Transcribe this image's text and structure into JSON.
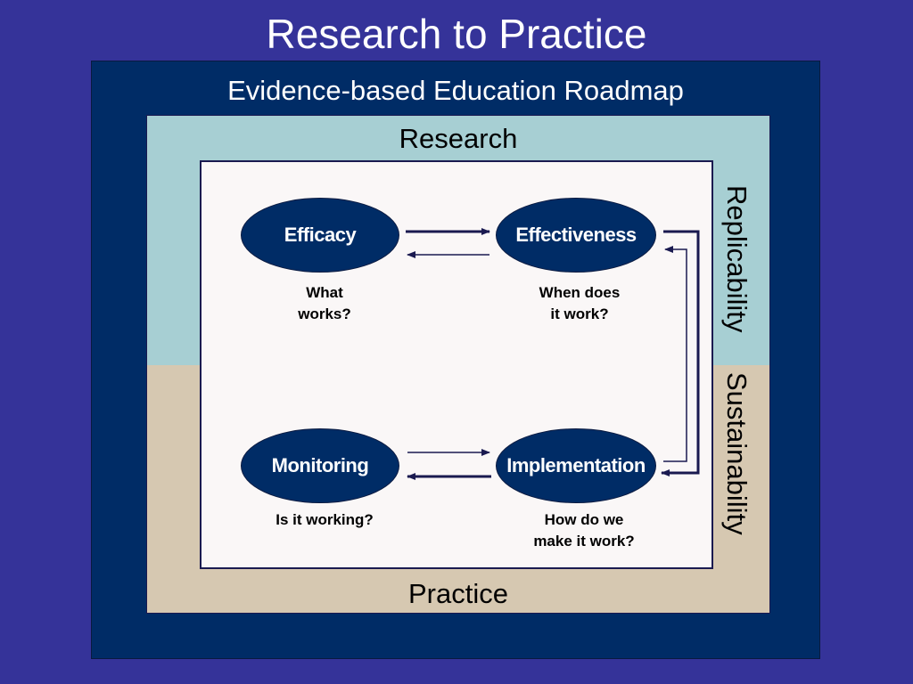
{
  "title": "Research to Practice",
  "subtitle": "Evidence-based Education Roadmap",
  "bands": {
    "research": "Research",
    "practice": "Practice",
    "replicability": "Replicability",
    "sustainability": "Sustainability"
  },
  "nodes": {
    "efficacy": {
      "label": "Efficacy",
      "question_line1": "What",
      "question_line2": "works?"
    },
    "effectiveness": {
      "label": "Effectiveness",
      "question_line1": "When does",
      "question_line2": "it work?"
    },
    "monitoring": {
      "label": "Monitoring",
      "question_line1": "Is it working?"
    },
    "implementation": {
      "label": "Implementation",
      "question_line1": "How do we",
      "question_line2": "make it work?"
    }
  },
  "colors": {
    "background": "#353399",
    "outer_panel": "#002c66",
    "research_band": "#a7cfd3",
    "practice_band": "#d6c8b1",
    "inner_panel": "#faf7f7",
    "node": "#002c66",
    "arrow": "#1a1a50"
  }
}
